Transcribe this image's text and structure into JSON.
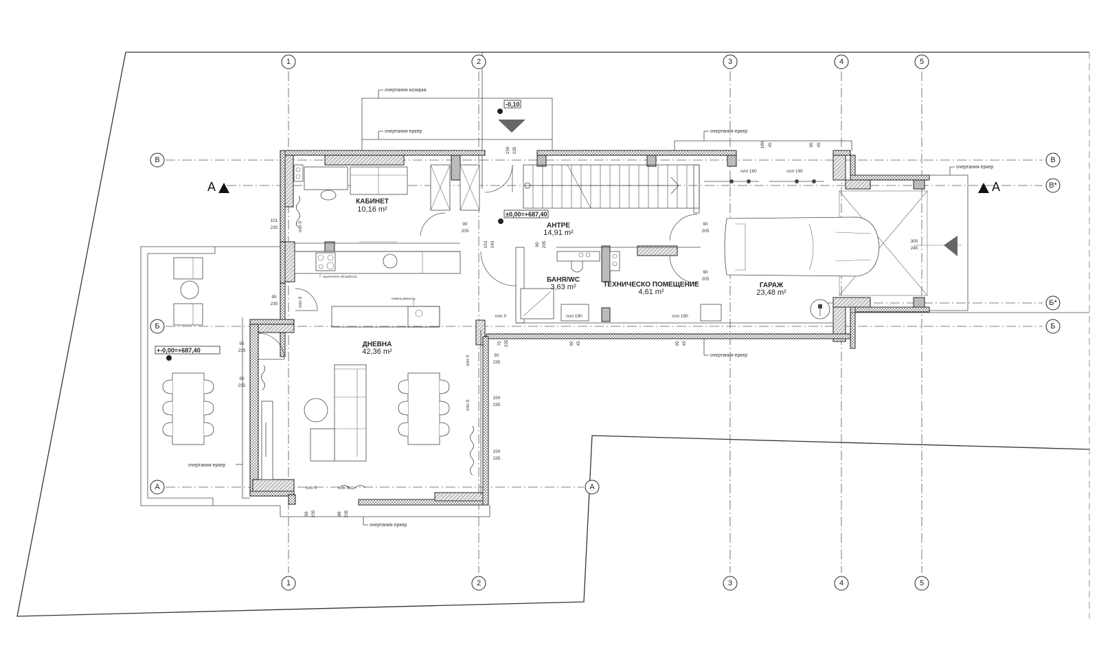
{
  "drawing": {
    "type": "ground floor architectural plan",
    "colors": {
      "line": "#222222",
      "column_fill": "#bbbbbb",
      "background": "#ffffff",
      "marker_fill": "#666666"
    }
  },
  "grid_axes": {
    "vertical": [
      "1",
      "2",
      "3",
      "4",
      "5"
    ],
    "horizontal": [
      "В",
      "В*",
      "Б*",
      "Б",
      "А"
    ]
  },
  "rooms": [
    {
      "id": "cabinet",
      "name": "КАБИНЕТ",
      "area": "10,16 m²"
    },
    {
      "id": "entrance",
      "name": "АНТРЕ",
      "area": "14,91 m²"
    },
    {
      "id": "bathroom",
      "name": "БАНЯ/WC",
      "area": "3,63 m²"
    },
    {
      "id": "technical",
      "name": "ТЕХНИЧЕСКО ПОМЕЩЕНИЕ",
      "area": "4,61 m²"
    },
    {
      "id": "garage",
      "name": "ГАРАЖ",
      "area": "23,48 m²"
    },
    {
      "id": "living",
      "name": "ДНЕВНА",
      "area": "42,36 m²"
    }
  ],
  "levels": {
    "entrance_outside": "-0,10",
    "interior": "±0,00=+687,40",
    "terrace": "+-0,00=+687,40"
  },
  "notes": {
    "canopy_outline": "очертания козирка",
    "bay_outline": "очертания еркер",
    "cooker_hood": "смукателен абсорбатор",
    "fireplace_note": "камина димоход"
  },
  "section": {
    "label": "A"
  },
  "dimensions": {
    "d_150_235": [
      "150",
      "235"
    ],
    "d_180_45": [
      "180",
      "45"
    ],
    "d_95_45": [
      "95",
      "45"
    ],
    "pdp_190": "плп 190",
    "pdp_0": "плп 0",
    "d_101_235": [
      "101",
      "235"
    ],
    "d_90_205": [
      "90",
      "205"
    ],
    "d_153_240": [
      "153",
      "240"
    ],
    "d_95_235": [
      "95",
      "235"
    ],
    "d_92_235": [
      "92",
      "235"
    ],
    "d_75_235": [
      "75",
      "235"
    ],
    "d_300_245": [
      "300",
      "245"
    ],
    "d_96_235": [
      "96",
      "235"
    ],
    "d_88_235": [
      "88",
      "235"
    ],
    "d_95_45_bottom": [
      "95",
      "45"
    ]
  }
}
